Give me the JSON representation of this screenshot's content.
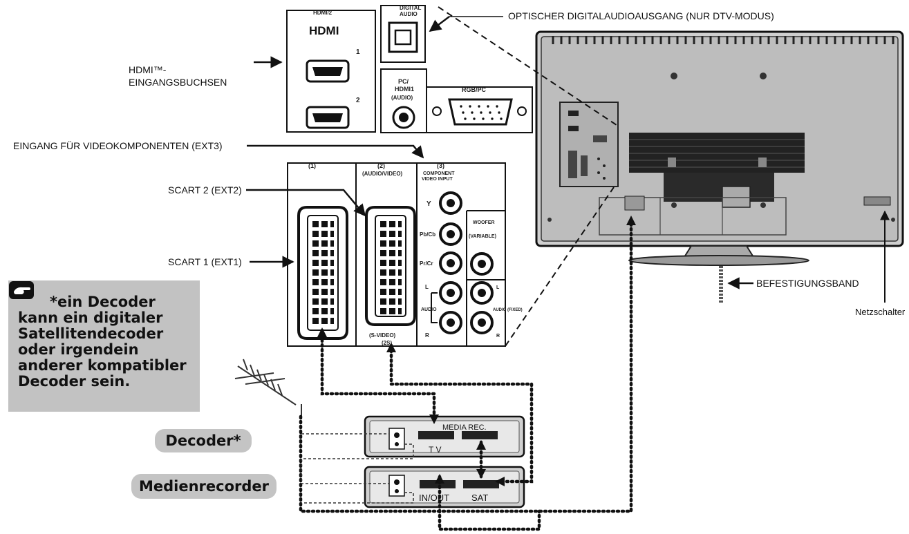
{
  "labels": {
    "optical": "OPTISCHER DIGITALAUDIOAUSGANG (NUR DTV-MODUS)",
    "hdmi_line1": "HDMI™-",
    "hdmi_line2": "EINGANGSBUCHSEN",
    "component": "EINGANG FÜR VIDEOKOMPONENTEN (EXT3)",
    "scart2": "SCART 2 (EXT2)",
    "scart1": "SCART 1 (EXT1)",
    "strap": "BEFESTIGUNGSBAND",
    "power": "Netzschalter"
  },
  "panel_text": {
    "hdmi2": "HDMI/2",
    "hdmi_logo": "HDMI",
    "port1": "1",
    "port2": "2",
    "digital": "DIGITAL",
    "audio": "AUDIO",
    "pc": "PC/",
    "hdmi1": "HDMI1",
    "audio_paren": "(AUDIO)",
    "rgbpc": "RGB/PC",
    "ext1": "(1)",
    "ext2": "(2)",
    "av": "(AUDIO/VIDEO)",
    "ext3": "(3)",
    "component_line1": "COMPONENT",
    "component_line2": "VIDEO INPUT",
    "y": "Y",
    "pbcb": "Pb/Cb",
    "prcr": "Pr/Cr",
    "woofer": "WOOFER",
    "variable": "(VARIABLE)",
    "l": "L",
    "r": "R",
    "audio_small": "AUDIO",
    "audio_fixed": "AUDIO (FIXED)",
    "svideo": "(S-VIDEO)",
    "svideo_num": "(2S)"
  },
  "note": {
    "text": "*ein Decoder kann ein digitaler Satellitendecoder oder irgendein anderer kompatibler Decoder sein."
  },
  "devices": {
    "decoder_label": "Decoder*",
    "recorder_label": "Medienrecorder",
    "media_rec": "MEDIA REC.",
    "tv": "T V",
    "in_out": "IN/OUT",
    "sat": "SAT"
  },
  "colors": {
    "ink": "#111111",
    "note_bg": "#c2c2c2",
    "pill_bg": "#c4c4c4",
    "tv_body": "#c9c9c9",
    "tv_dark": "#2a2a2a"
  }
}
